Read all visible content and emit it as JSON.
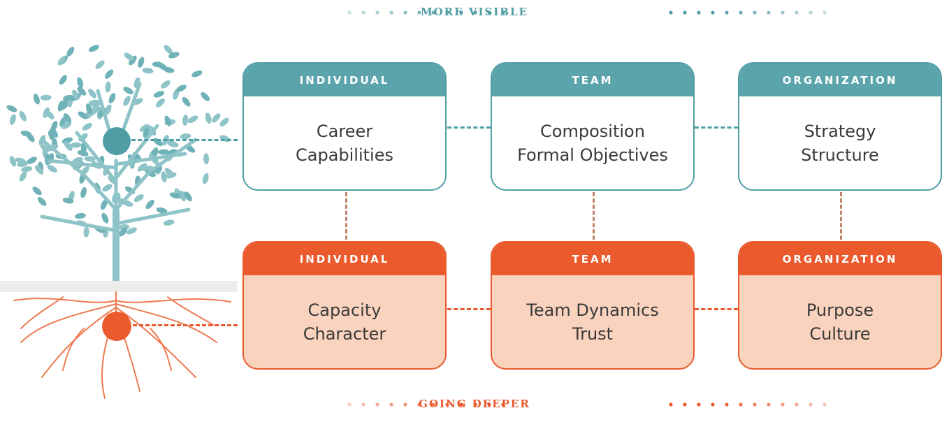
{
  "visibility_scale": {
    "top_label": "MORE VISIBLE",
    "bottom_label": "GOING DEEPER"
  },
  "visible_row": [
    {
      "heading": "INDIVIDUAL",
      "items": [
        "Career",
        "Capabilities"
      ]
    },
    {
      "heading": "TEAM",
      "items": [
        "Composition",
        "Formal Objectives"
      ]
    },
    {
      "heading": "ORGANIZATION",
      "items": [
        "Strategy",
        "Structure"
      ]
    }
  ],
  "deeper_row": [
    {
      "heading": "INDIVIDUAL",
      "items": [
        "Capacity",
        "Character"
      ]
    },
    {
      "heading": "TEAM",
      "items": [
        "Team Dynamics",
        "Trust"
      ]
    },
    {
      "heading": "ORGANIZATION",
      "items": [
        "Purpose",
        "Culture"
      ]
    }
  ],
  "icons": {
    "tree": "tree-icon",
    "roots": "roots-icon"
  },
  "colors": {
    "teal_accent": "#5ca4ab",
    "orange_accent": "#ea5a2d",
    "peach_fill": "#f9d3bd",
    "text": "#3a3a3a"
  }
}
